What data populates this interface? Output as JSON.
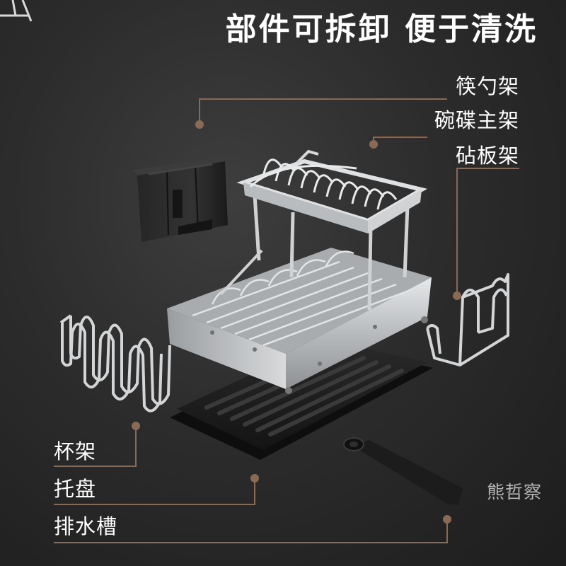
{
  "headline": "部件可拆卸 便于清洗",
  "labels": {
    "utensil_holder": "筷勺架",
    "main_dish_rack": "碗碟主架",
    "cutting_board_rack": "砧板架",
    "cup_rack": "杯架",
    "tray": "托盘",
    "drain_spout": "排水槽"
  },
  "watermark": "熊哲察",
  "colors": {
    "background": "#2c2c2c",
    "callout_line": "#8a6a55",
    "steel": "#c9cbcd",
    "tray": "#1e1e1e"
  }
}
